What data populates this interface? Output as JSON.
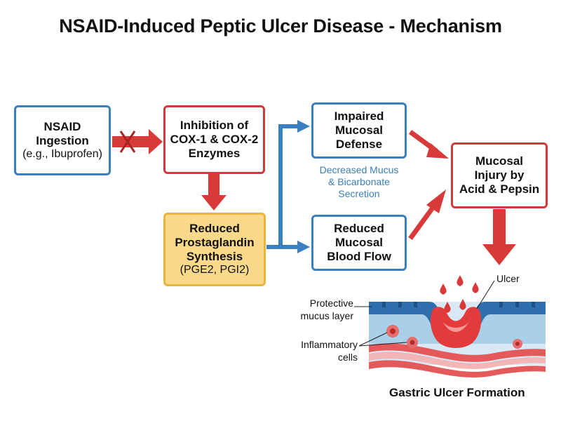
{
  "title": "NSAID-Induced Peptic Ulcer Disease - Mechanism",
  "boxes": {
    "nsaid": {
      "line1": "NSAID",
      "line2": "Ingestion",
      "line3": "(e.g., Ibuprofen)"
    },
    "inhibition": {
      "line1": "Inhibition of",
      "line2": "COX-1 & COX-2",
      "line3": "Enzymes"
    },
    "prostaglandin": {
      "line1": "Reduced",
      "line2": "Prostaglandin",
      "line3": "Synthesis",
      "line4": "(PGE2, PGI2)"
    },
    "defense": {
      "line1": "Impaired",
      "line2": "Mucosal",
      "line3": "Defense"
    },
    "bloodflow": {
      "line1": "Reduced",
      "line2": "Mucosal",
      "line3": "Blood Flow"
    },
    "injury": {
      "line1": "Mucosal",
      "line2": "Injury by",
      "line3": "Acid & Pepsin"
    }
  },
  "note": {
    "line1": "Decreased Mucus",
    "line2": "& Bicarbonate",
    "line3": "Secretion"
  },
  "illustration": {
    "ulcer_label": "Ulcer",
    "mucus_label_1": "Protective",
    "mucus_label_2": "mucus layer",
    "cells_label_1": "Inflammatory",
    "cells_label_2": "cells",
    "caption": "Gastric Ulcer Formation"
  },
  "colors": {
    "blue": "#3a7fbf",
    "red": "#d03a3a",
    "yellow": "#fbd98a",
    "note_blue": "#3b7fb6"
  }
}
